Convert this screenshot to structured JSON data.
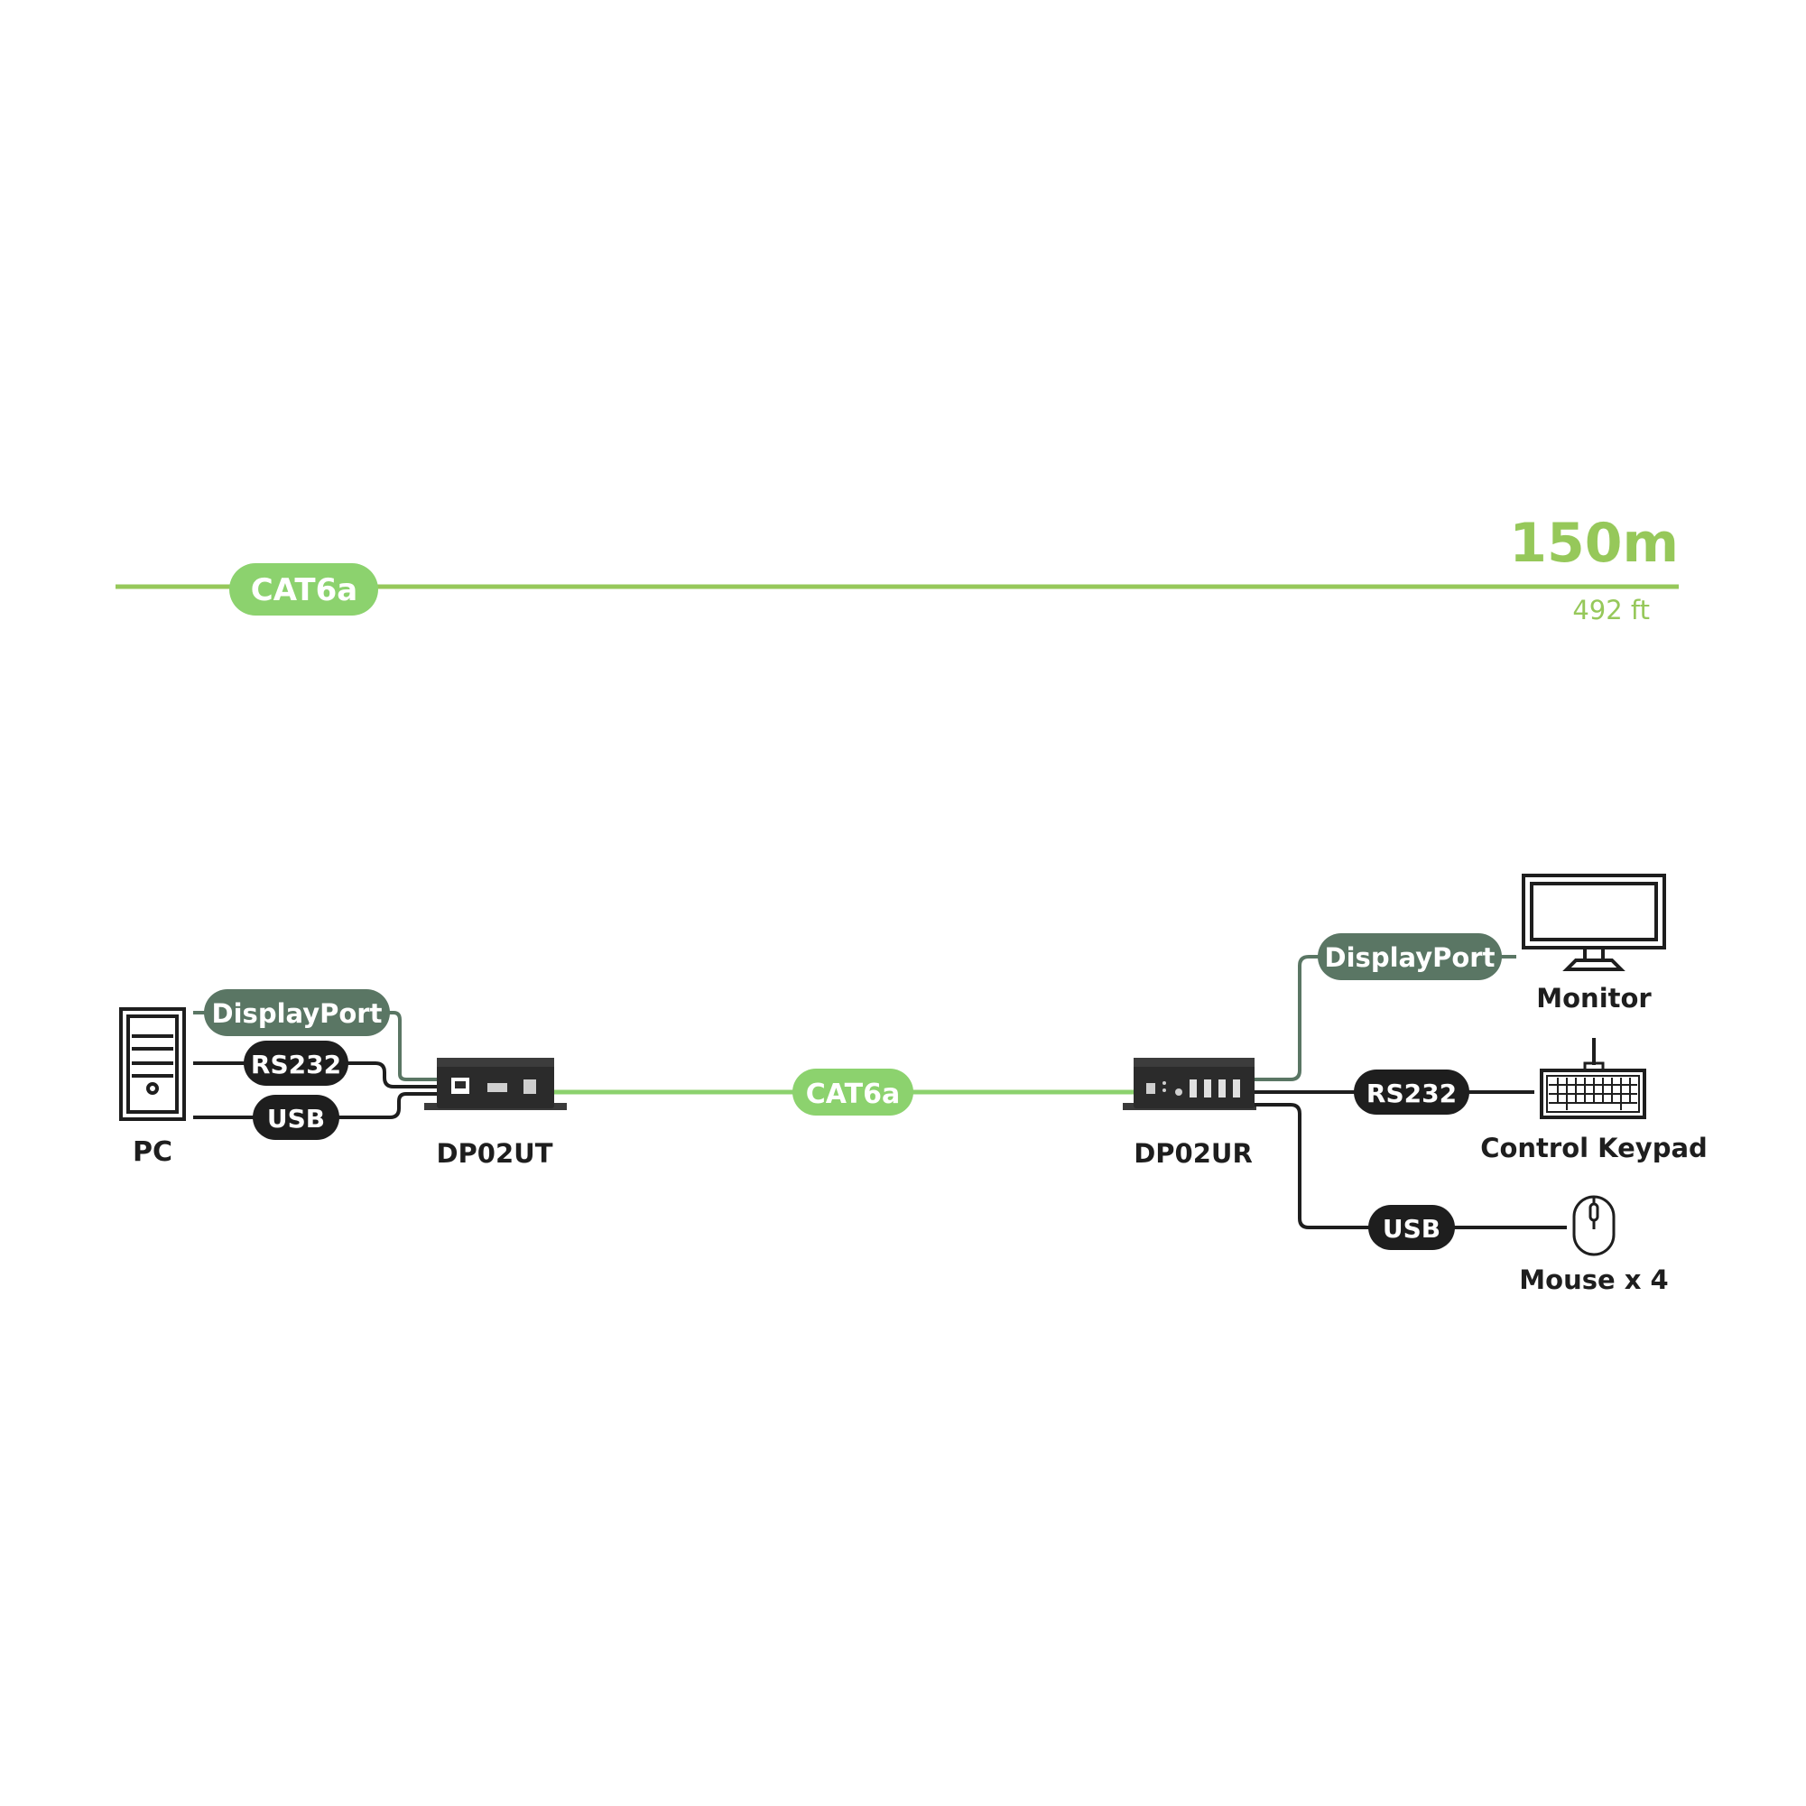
{
  "colors": {
    "cat_green": "#8cd26e",
    "range_green": "#96c85a",
    "dp_green": "#5a7664",
    "black": "#1e1e1e",
    "device_body": "#2b2b2b",
    "white": "#ffffff"
  },
  "range": {
    "distance_m": "150m",
    "distance_ft": "492 ft",
    "cable_label": "CAT6a"
  },
  "link": {
    "cable_label": "CAT6a"
  },
  "transmitter": {
    "name": "DP02UT",
    "inputs": {
      "displayport": "DisplayPort",
      "rs232": "RS232",
      "usb": "USB"
    }
  },
  "receiver": {
    "name": "DP02UR",
    "outputs": {
      "displayport": "DisplayPort",
      "rs232": "RS232",
      "usb": "USB"
    }
  },
  "devices": {
    "pc": {
      "label": "PC",
      "icon": "pc-tower-icon"
    },
    "monitor": {
      "label": "Monitor",
      "icon": "monitor-icon"
    },
    "keypad": {
      "label": "Control Keypad",
      "icon": "keyboard-icon"
    },
    "mouse": {
      "label": "Mouse x 4",
      "icon": "mouse-icon"
    }
  }
}
